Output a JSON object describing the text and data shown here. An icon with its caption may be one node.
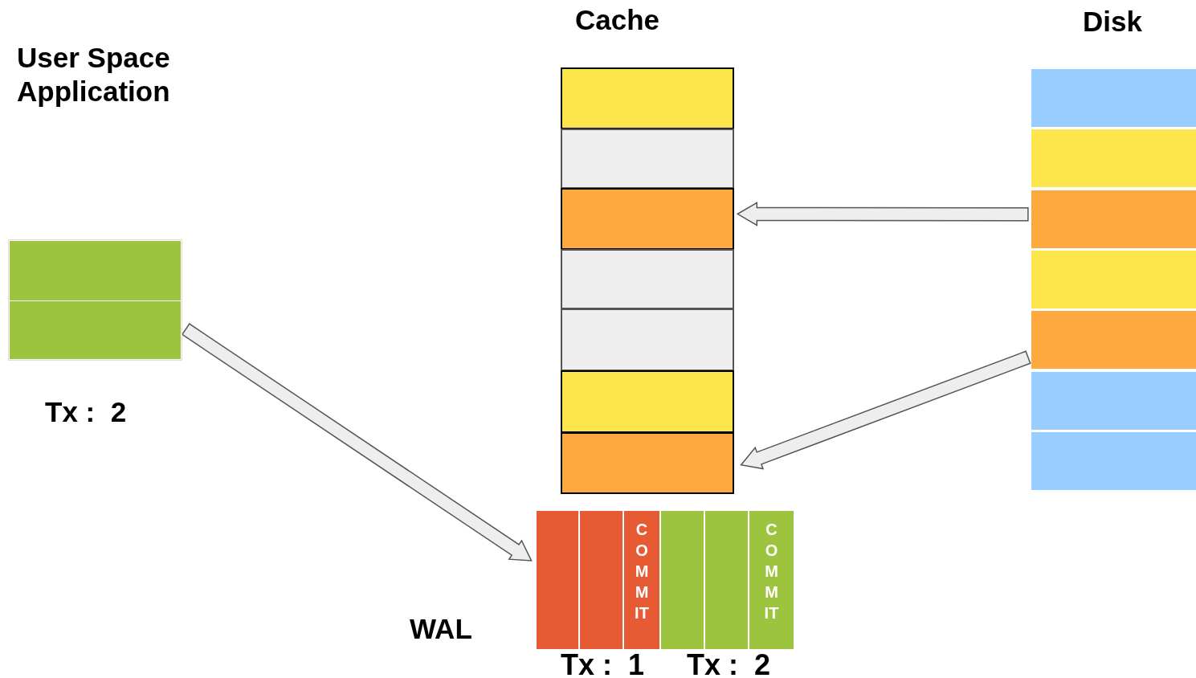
{
  "diagram": {
    "nodes": [
      {
        "text": [
          "User Space Application"
        ],
        "beside": [
          "Tx :  2"
        ]
      },
      {
        "text": [],
        "shape": "box",
        "in": 0
      },
      {
        "text": [],
        "shape": "box",
        "in": 0
      },
      {
        "text": [
          "Cache"
        ]
      },
      {
        "text": [],
        "shape": "box",
        "in": 3
      },
      {
        "text": [],
        "shape": "box",
        "in": 3
      },
      {
        "text": [],
        "shape": "box",
        "in": 3
      },
      {
        "text": [],
        "shape": "box",
        "in": 3
      },
      {
        "text": [],
        "shape": "box",
        "in": 3
      },
      {
        "text": [],
        "shape": "box",
        "in": 3
      },
      {
        "text": [],
        "shape": "box",
        "in": 3
      },
      {
        "text": [
          "Disk"
        ]
      },
      {
        "text": [],
        "shape": "box",
        "in": 11
      },
      {
        "text": [],
        "shape": "box",
        "in": 11
      },
      {
        "text": [],
        "shape": "box",
        "in": 11
      },
      {
        "text": [],
        "shape": "box",
        "in": 11
      },
      {
        "text": [],
        "shape": "box",
        "in": 11
      },
      {
        "text": [],
        "shape": "box",
        "in": 11
      },
      {
        "text": [],
        "shape": "box",
        "in": 11
      },
      {
        "text": [
          "WAL"
        ],
        "beside": [
          "Tx :  1",
          "Tx :  2"
        ]
      },
      {
        "text": [],
        "shape": "box",
        "in": 19
      },
      {
        "text": [],
        "shape": "box",
        "in": 19
      },
      {
        "text": [
          "COMMIT"
        ],
        "in": 19
      },
      {
        "text": [],
        "shape": "box",
        "in": 19
      },
      {
        "text": [],
        "shape": "box",
        "in": 19
      },
      {
        "text": [
          "COMMIT"
        ],
        "in": 19
      }
    ],
    "edges": [
      {
        "from": 0,
        "to": 19,
        "arrow": "to"
      },
      {
        "from": 14,
        "to": 6,
        "arrow": "to"
      },
      {
        "from": 16,
        "to": 10,
        "arrow": "to"
      }
    ]
  }
}
